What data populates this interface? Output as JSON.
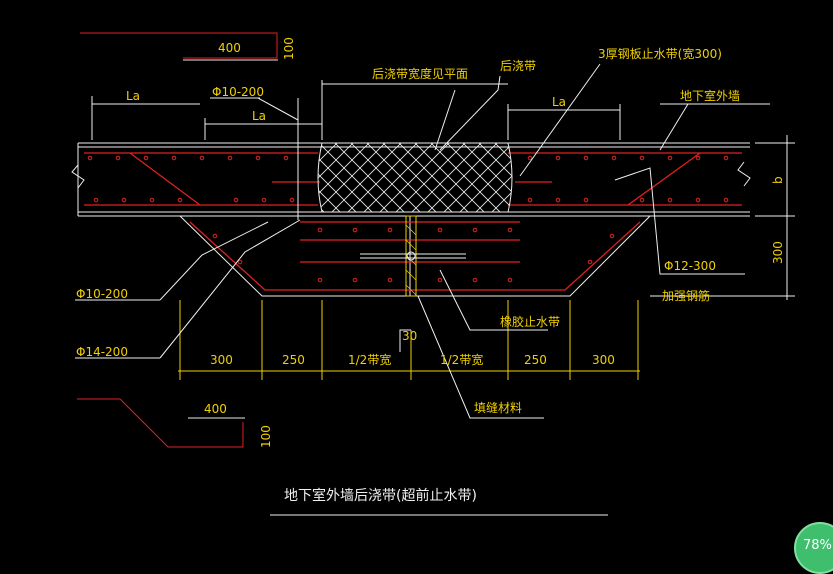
{
  "labels": {
    "title": "地下室外墙后浇带(超前止水带)",
    "dim_400_top": "400",
    "dim_100_top": "100",
    "dim_400_bottom": "400",
    "dim_100_bottom": "100",
    "post_pour_width_note": "后浇带宽度见平面",
    "post_pour_band": "后浇带",
    "steel_plate_waterstop": "3厚钢板止水带(宽300)",
    "basement_outer_wall": "地下室外墙",
    "la_left": "La",
    "la_mid": "La",
    "la_right": "La",
    "rebar_phi10_200_top": "Φ10-200",
    "rebar_phi10_200_left": "Φ10-200",
    "rebar_phi14_200": "Φ14-200",
    "rebar_phi12_300": "Φ12-300",
    "reinforcing_bars": "加强钢筋",
    "rubber_waterstop": "橡胶止水带",
    "joint_filler": "填缝材料",
    "dim_b": "b",
    "dim_300_right": "300",
    "dim_30": "30"
  },
  "bottom_dims": [
    "300",
    "250",
    "1/2带宽",
    "1/2带宽",
    "250",
    "300"
  ],
  "zoom": "78%"
}
